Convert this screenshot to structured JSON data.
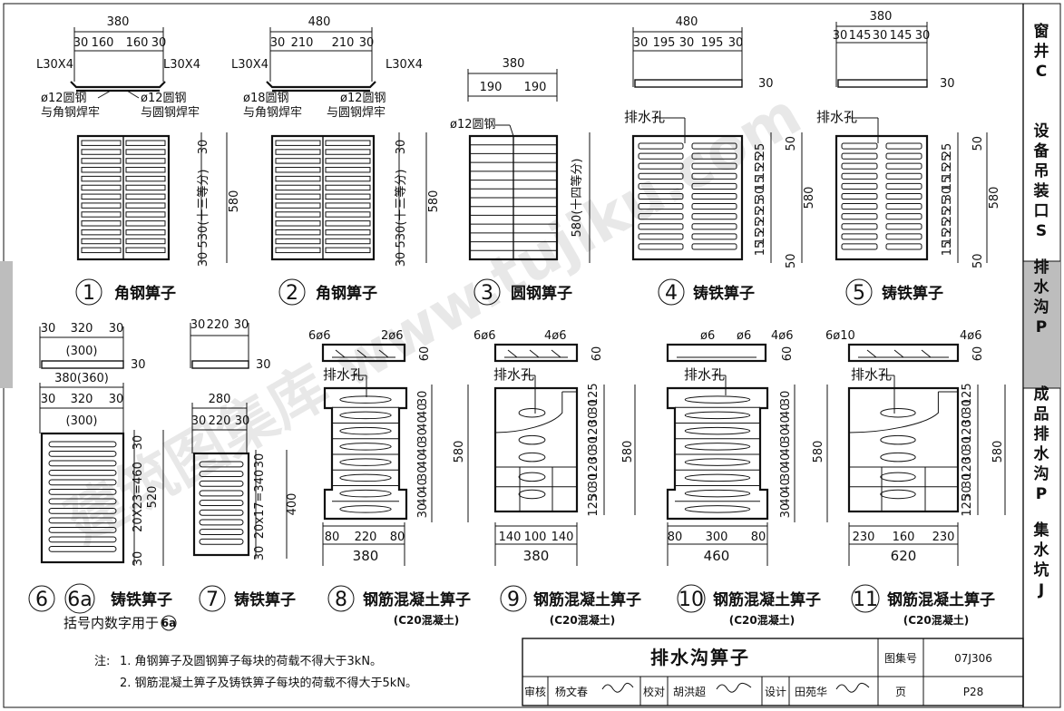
{
  "sheet": {
    "title": "排水沟箅子",
    "atlas_label": "图集号",
    "atlas_number": "07J306",
    "page_label": "页",
    "page_number": "P28",
    "reviewer_role": "审核",
    "reviewer_name": "杨文春",
    "checker_role": "校对",
    "checker_name": "胡洪超",
    "designer_role": "设计",
    "designer_name": "田苑华"
  },
  "notes": {
    "prefix": "注:",
    "line1": "1. 角钢箅子及圆钢箅子每块的荷载不得大于3kN。",
    "line2": "2. 钢筋混凝土箅子及铸铁箅子每块的荷载不得大于5kN。"
  },
  "side_index": [
    {
      "text": "窗井C",
      "active": false
    },
    {
      "text": "设备吊装口S",
      "active": false
    },
    {
      "text": "排水沟P",
      "active": true
    },
    {
      "text": "成品排水沟P",
      "active": false
    },
    {
      "text": "集水坑J",
      "active": false
    }
  ],
  "watermark": "建筑图集库 www.tujiku.com",
  "details": {
    "d1": {
      "num": "1",
      "name": "角钢箅子",
      "w": "380",
      "segs": [
        "30",
        "160",
        "160",
        "30"
      ],
      "angle_l": "L30X4",
      "angle_r": "L30X4",
      "call_l1": "ø12圆钢",
      "call_l2": "与角钢焊牢",
      "call_r1": "ø12圆钢",
      "call_r2": "与圆钢焊牢",
      "v_top": "30",
      "v_mid": "530(十三等分)",
      "v_bot": "30",
      "v_total": "580"
    },
    "d2": {
      "num": "2",
      "name": "角钢箅子",
      "w": "480",
      "segs": [
        "30",
        "210",
        "210",
        "30"
      ],
      "angle_l": "L30X4",
      "angle_r": "L30X4",
      "call_l1": "ø18圆钢",
      "call_l2": "与角钢焊牢",
      "call_r1": "ø12圆钢",
      "call_r2": "与圆钢焊牢",
      "v_top": "30",
      "v_mid": "530(十三等分)",
      "v_bot": "30",
      "v_total": "580"
    },
    "d3": {
      "num": "3",
      "name": "圆钢箅子",
      "w": "380",
      "segs": [
        "190",
        "190"
      ],
      "bar": "ø12圆钢",
      "v_total": "580(十四等分)"
    },
    "d4": {
      "num": "4",
      "name": "铸铁箅子",
      "w": "480",
      "segs": [
        "30",
        "195",
        "30",
        "195",
        "30"
      ],
      "t": "30",
      "hole": "排水孔",
      "v_list": [
        "25",
        "25",
        "15",
        "15",
        "30",
        "25",
        "25",
        "25",
        "15",
        "15"
      ],
      "v_ends": [
        "50",
        "50"
      ],
      "v_total": "580"
    },
    "d5": {
      "num": "5",
      "name": "铸铁箅子",
      "w": "380",
      "segs": [
        "30",
        "145",
        "30",
        "145",
        "30"
      ],
      "t": "30",
      "hole": "排水孔",
      "v_list": [
        "25",
        "25",
        "15",
        "15",
        "30",
        "25",
        "25",
        "25",
        "15",
        "15"
      ],
      "v_ends": [
        "50",
        "50"
      ],
      "v_total": "580"
    },
    "d6": {
      "num": "6",
      "num_b": "6a",
      "name": "铸铁箅子",
      "remark": "括号内数字用于",
      "remark_ref": "6a",
      "top_segs": [
        "30",
        "320",
        "30"
      ],
      "top_paren": "(300)",
      "t": "30",
      "w": "380(360)",
      "segs": [
        "30",
        "320",
        "30"
      ],
      "paren": "(300)",
      "v_top": "30",
      "v_mid": "20X23=460",
      "v_bot": "30",
      "v_total": "520"
    },
    "d7": {
      "num": "7",
      "name": "铸铁箅子",
      "top_segs": [
        "30",
        "220",
        "30"
      ],
      "t": "30",
      "w": "280",
      "segs": [
        "30",
        "220",
        "30"
      ],
      "v_top": "30",
      "v_mid": "20x17=340",
      "v_bot": "30",
      "v_total": "400"
    },
    "d8": {
      "num": "8",
      "name": "钢筋混凝土箅子",
      "sub": "(C20混凝土)",
      "bar_a": "6ø6",
      "bar_b": "2ø6",
      "t": "60",
      "hole": "排水孔",
      "v_list": [
        "30",
        "40",
        "40",
        "30",
        "40",
        "40",
        "30",
        "40",
        "40",
        "30"
      ],
      "v_total": "580",
      "segs": [
        "80",
        "220",
        "80"
      ],
      "w": "380"
    },
    "d9": {
      "num": "9",
      "name": "钢筋混凝土箅子",
      "sub": "(C20混凝土)",
      "bar_a": "6ø6",
      "bar_b": "4ø6",
      "t": "60",
      "hole": "排水孔",
      "v_list": [
        "125",
        "30",
        "30",
        "120",
        "30",
        "30",
        "120",
        "30",
        "30",
        "125"
      ],
      "v_total": "580",
      "segs": [
        "140",
        "100",
        "140"
      ],
      "w": "380"
    },
    "d10": {
      "num": "10",
      "name": "钢筋混凝土箅子",
      "sub": "(C20混凝土)",
      "bar_a": "ø6",
      "bar_b": "ø6",
      "bar_c": "4ø6",
      "t": "60",
      "hole": "排水孔",
      "v_list": [
        "30",
        "40",
        "40",
        "30",
        "40",
        "40",
        "30",
        "40",
        "40",
        "30"
      ],
      "v_total": "580",
      "segs": [
        "80",
        "300",
        "80"
      ],
      "w": "460"
    },
    "d11": {
      "num": "11",
      "name": "钢筋混凝土箅子",
      "sub": "(C20混凝土)",
      "bar_a": "6ø10",
      "bar_b": "4ø6",
      "t": "60",
      "hole": "排水孔",
      "v_list": [
        "125",
        "30",
        "30",
        "120",
        "30",
        "30",
        "120",
        "30",
        "30",
        "125"
      ],
      "v_total": "580",
      "segs": [
        "230",
        "160",
        "230"
      ],
      "w": "620"
    }
  }
}
